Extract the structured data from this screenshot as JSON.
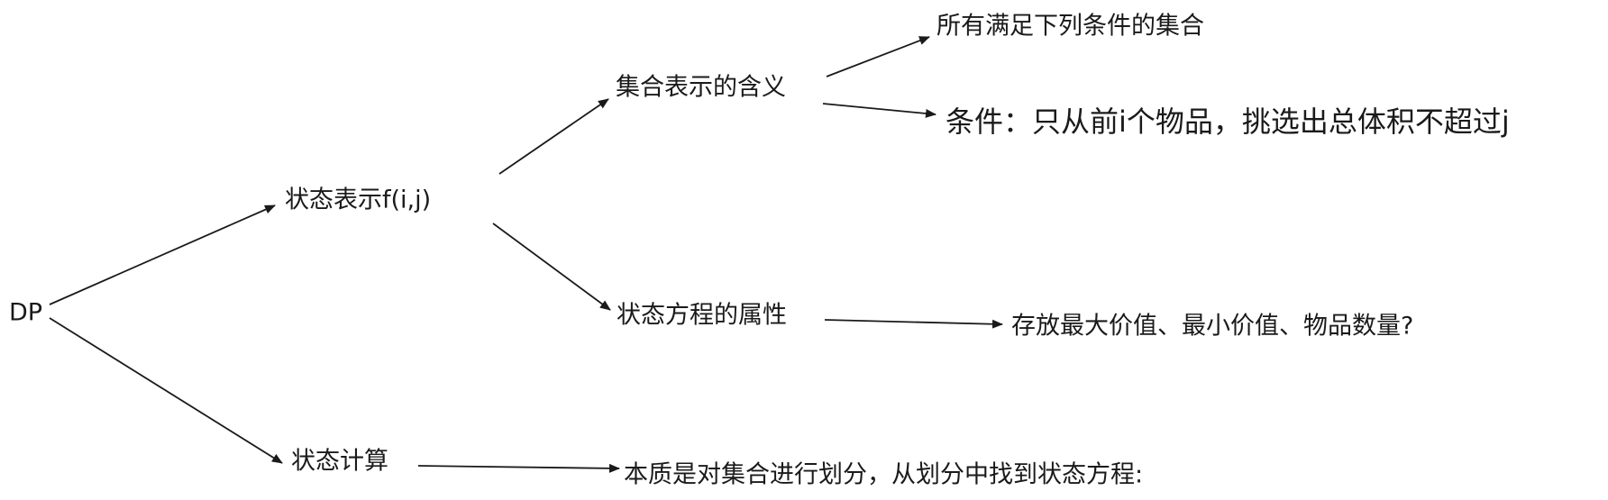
{
  "diagram": {
    "root": "DP",
    "state_representation": "状态表示f(i,j)",
    "set_meaning": "集合表示的含义",
    "all_sets": "所有满足下列条件的集合",
    "condition": "条件：只从前i个物品，挑选出总体积不超过j",
    "attribute": "状态方程的属性",
    "attribute_values": "存放最大价值、最小价值、物品数量?",
    "state_computation": "状态计算",
    "computation_essence": "本质是对集合进行划分，从划分中找到状态方程:"
  },
  "colors": {
    "line": "#1a1a1a",
    "text": "#1a1a1a"
  }
}
